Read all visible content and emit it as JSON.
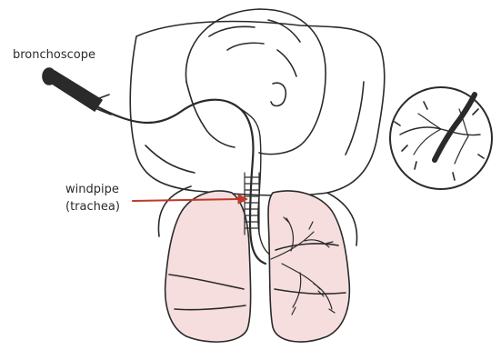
{
  "labels": {
    "bronchoscope": "bronchoscope",
    "windpipe_line1": "windpipe",
    "windpipe_line2": "(trachea)"
  },
  "colors": {
    "ink": "#2a2a2a",
    "lung_fill": "#f6dede",
    "arrow": "#c0392b",
    "background": "#ffffff"
  },
  "icons": [
    "bronchoscope-device",
    "head-silhouette",
    "lungs",
    "trachea",
    "magnified-bronchi-circle"
  ]
}
